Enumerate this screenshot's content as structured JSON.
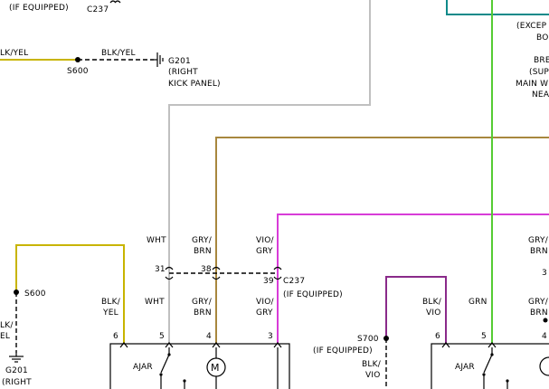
{
  "colors": {
    "yellow": "#c8b400",
    "gray": "#c0c0c0",
    "tan": "#a8873e",
    "magenta": "#d83cd8",
    "green": "#55cc33",
    "purple": "#8a2a8a",
    "teal": "#0f8a8a"
  },
  "labels": {
    "if_equipped_top": "(IF EQUIPPED)",
    "c237_top": "C237",
    "blk_yel_left": "LK/YEL",
    "blk_yel_mid": "BLK/YEL",
    "s600_top": "S600",
    "g201_top": {
      "l1": "G201",
      "l2": "(RIGHT",
      "l3": "KICK PANEL)"
    },
    "right_notes": {
      "l1": "(EXCEP",
      "l2": "BO",
      "l3": "BRE",
      "l4": "(SUP",
      "l5": "MAIN W",
      "l6": "NEA"
    },
    "wht_upper": "WHT",
    "gry_brn_upper": {
      "l1": "GRY/",
      "l2": "BRN"
    },
    "vio_gry_upper": {
      "l1": "VIO/",
      "l2": "GRY"
    },
    "gry_right_upper": {
      "l1": "GRY/",
      "l2": "BRN"
    },
    "pin_31": "31",
    "pin_38": "38",
    "pin_39": "39",
    "c237_mid": "C237",
    "if_equipped_mid": "(IF EQUIPPED)",
    "right_3": "3",
    "s600_left": "S600",
    "blk_yel_lower": {
      "l1": "BLK/",
      "l2": "YEL"
    },
    "wht_lower": "WHT",
    "gry_brn_lower": {
      "l1": "GRY/",
      "l2": "BRN"
    },
    "vio_gry_lower": {
      "l1": "VIO/",
      "l2": "GRY"
    },
    "lk_el": {
      "l1": "LK/",
      "l2": "EL"
    },
    "g201_bottom": {
      "l1": "G201",
      "l2": "(RIGHT"
    },
    "pin_6": "6",
    "pin_5": "5",
    "pin_4": "4",
    "pin_3": "3",
    "ajar_left": "AJAR",
    "motor": "M",
    "s700": "S700",
    "if_equipped_s700": "(IF EQUIPPED)",
    "blk_vio_left": {
      "l1": "BLK/",
      "l2": "VIO"
    },
    "blk_vio_right": {
      "l1": "BLK/",
      "l2": "VIO"
    },
    "grn": "GRN",
    "gry_right_lower": {
      "l1": "GRY/",
      "l2": "BRN"
    },
    "pin_6r": "6",
    "pin_5r": "5",
    "pin_4r": "4",
    "ajar_right": "AJAR"
  }
}
